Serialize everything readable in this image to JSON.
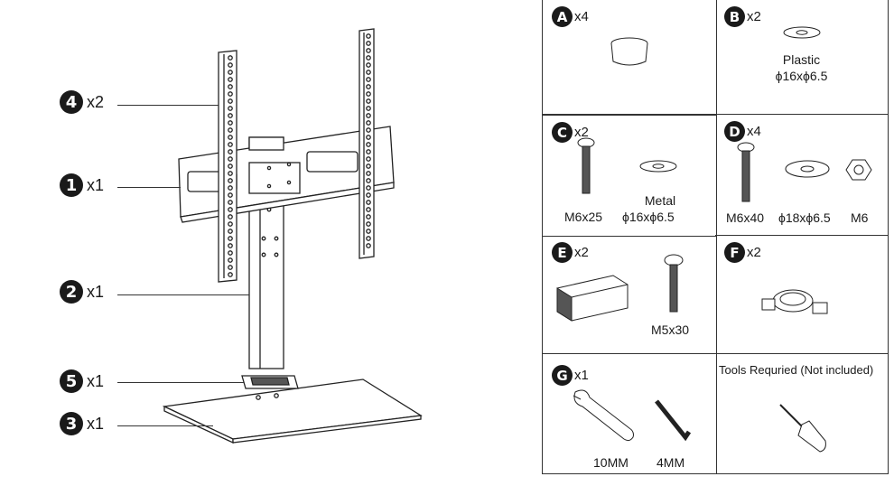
{
  "assembly_callouts": [
    {
      "number": "4",
      "qty": "x2"
    },
    {
      "number": "1",
      "qty": "x1"
    },
    {
      "number": "2",
      "qty": "x1"
    },
    {
      "number": "5",
      "qty": "x1"
    },
    {
      "number": "3",
      "qty": "x1"
    }
  ],
  "parts": {
    "A": {
      "letter": "A",
      "qty": "x4"
    },
    "B": {
      "letter": "B",
      "qty": "x2",
      "material": "Plastic",
      "size": "ϕ16xϕ6.5"
    },
    "C": {
      "letter": "C",
      "qty": "x2",
      "bolt": "M6x25",
      "washer_material": "Metal",
      "washer_size": "ϕ16xϕ6.5"
    },
    "D": {
      "letter": "D",
      "qty": "x4",
      "bolt": "M6x40",
      "washer": "ϕ18xϕ6.5",
      "nut": "M6"
    },
    "E": {
      "letter": "E",
      "qty": "x2",
      "bolt": "M5x30"
    },
    "F": {
      "letter": "F",
      "qty": "x2"
    },
    "G": {
      "letter": "G",
      "qty": "x1",
      "wrench": "10MM",
      "hex_key": "4MM"
    }
  },
  "tools_required": {
    "title": "Tools Requried (Not included)"
  }
}
